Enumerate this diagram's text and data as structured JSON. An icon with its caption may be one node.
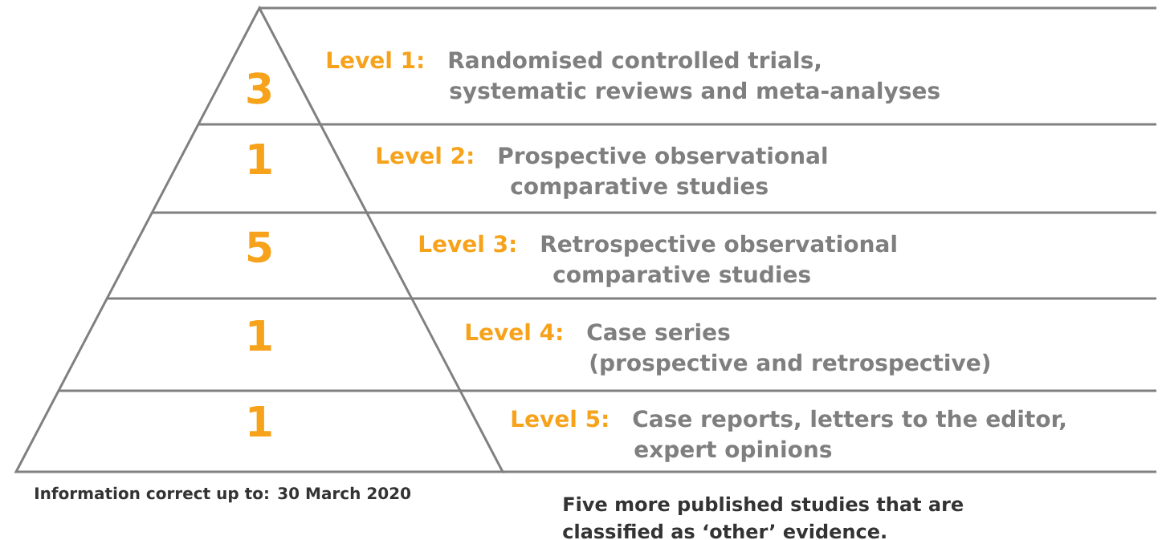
{
  "diagram": {
    "nodes": [
      {
        "text": [
          "3",
          "Level 1:",
          "Randomised controlled trials, systematic reviews and meta-analyses"
        ]
      },
      {
        "text": [
          "1",
          "Level 2:",
          "Prospective observational comparative studies"
        ]
      },
      {
        "text": [
          "5",
          "Level 3:",
          "Retrospective observational comparative studies"
        ]
      },
      {
        "text": [
          "1",
          "Level 4:",
          "Case series (prospective and retrospective)"
        ]
      },
      {
        "text": [
          "1",
          "Level 5:",
          "Case reports, letters to the editor, expert opinions"
        ]
      }
    ],
    "labels": [
      "Information correct up to: 30 March 2020",
      "Five more published studies that are classified as ‘other’ evidence."
    ]
  }
}
